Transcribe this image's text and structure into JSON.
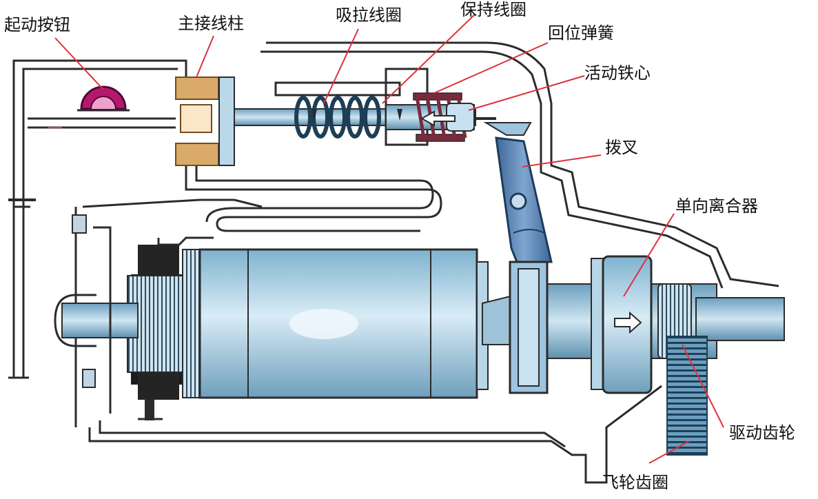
{
  "labels": {
    "start_button": "起动按钮",
    "main_terminal": "主接线柱",
    "pull_in_coil": "吸拉线圈",
    "hold_in_coil": "保持线圈",
    "return_spring": "回位弹簧",
    "plunger": "活动铁心",
    "shift_fork": "拨叉",
    "one_way_clutch": "单向离合器",
    "drive_pinion": "驱动齿轮",
    "flywheel_ring_gear": "飞轮齿圈"
  },
  "colors": {
    "housing_line": "#2b2b2b",
    "armature_fill": "#a9d6ea",
    "fork_fill": "#5f86b6",
    "terminal_fill": "#d9aa6a",
    "button_fill": "#b5186f",
    "spring_fill": "#7a2a3c",
    "pointer_line": "#e0303a"
  }
}
